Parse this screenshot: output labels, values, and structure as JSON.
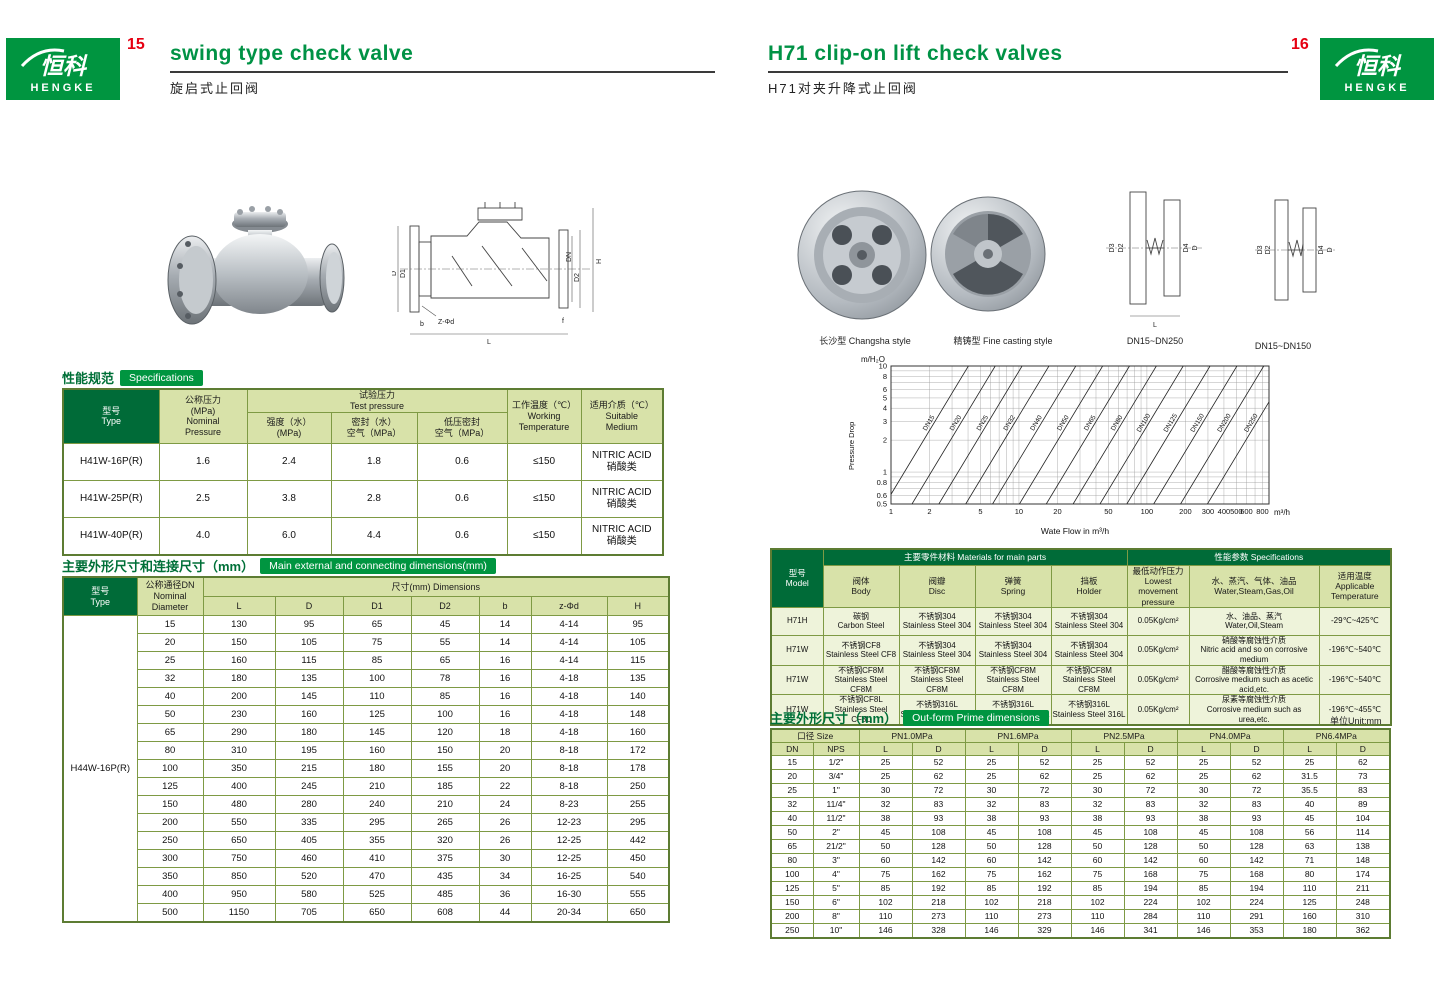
{
  "header": {
    "left_page_no": "15",
    "right_page_no": "16",
    "logo_cn": "恒科",
    "logo_en": "HENGKE",
    "left_title_en": "swing type check valve",
    "left_title_cn": "旋启式止回阀",
    "right_title_en": "H71 clip-on lift check valves",
    "right_title_cn": "H71对夹升降式止回阀"
  },
  "left": {
    "drawing_labels": {
      "H": "H",
      "DN": "DN",
      "D2": "D2",
      "D": "D",
      "D1": "D1",
      "L": "L",
      "b": "b",
      "f": "f",
      "zphid": "Z-Φd"
    },
    "spec_section": {
      "cn": "性能规范",
      "en": "Specifications"
    },
    "spec_table": {
      "h_type": "型号\nType",
      "h_nominal": "公称压力\n(MPa)\nNominal\nPressure",
      "h_test": "试验压力\nTest pressure",
      "h_strength": "强度（水）\n(MPa)",
      "h_seal": "密封（水）\n空气（MPa）",
      "h_lowseal": "低压密封\n空气（MPa）",
      "h_working": "工作温度（℃）\nWorking\nTemperature",
      "h_medium": "适用介质（℃）\nSuitable\nMedium",
      "rows": [
        [
          "H41W-16P(R)",
          "1.6",
          "2.4",
          "1.8",
          "0.6",
          "≤150",
          "NITRIC ACID\n硝酸类"
        ],
        [
          "H41W-25P(R)",
          "2.5",
          "3.8",
          "2.8",
          "0.6",
          "≤150",
          "NITRIC ACID\n硝酸类"
        ],
        [
          "H41W-40P(R)",
          "4.0",
          "6.0",
          "4.4",
          "0.6",
          "≤150",
          "NITRIC ACID\n硝酸类"
        ]
      ]
    },
    "dim_section": {
      "cn": "主要外形尺寸和连接尺寸（mm）",
      "en": "Main external and connecting dimensions(mm)"
    },
    "dim_table": {
      "h_type": "型号\nType",
      "h_dn": "公称通径DN\nNominal\nDiameter",
      "h_dims": "尺寸(mm) Dimensions",
      "cols": [
        "L",
        "D",
        "D1",
        "D2",
        "b",
        "z-Φd",
        "H"
      ],
      "model": "H44W-16P(R)",
      "rows": [
        [
          "15",
          "130",
          "95",
          "65",
          "45",
          "14",
          "4-14",
          "95"
        ],
        [
          "20",
          "150",
          "105",
          "75",
          "55",
          "14",
          "4-14",
          "105"
        ],
        [
          "25",
          "160",
          "115",
          "85",
          "65",
          "16",
          "4-14",
          "115"
        ],
        [
          "32",
          "180",
          "135",
          "100",
          "78",
          "16",
          "4-18",
          "135"
        ],
        [
          "40",
          "200",
          "145",
          "110",
          "85",
          "16",
          "4-18",
          "140"
        ],
        [
          "50",
          "230",
          "160",
          "125",
          "100",
          "16",
          "4-18",
          "148"
        ],
        [
          "65",
          "290",
          "180",
          "145",
          "120",
          "18",
          "4-18",
          "160"
        ],
        [
          "80",
          "310",
          "195",
          "160",
          "150",
          "20",
          "8-18",
          "172"
        ],
        [
          "100",
          "350",
          "215",
          "180",
          "155",
          "20",
          "8-18",
          "178"
        ],
        [
          "125",
          "400",
          "245",
          "210",
          "185",
          "22",
          "8-18",
          "250"
        ],
        [
          "150",
          "480",
          "280",
          "240",
          "210",
          "24",
          "8-23",
          "255"
        ],
        [
          "200",
          "550",
          "335",
          "295",
          "265",
          "26",
          "12-23",
          "295"
        ],
        [
          "250",
          "650",
          "405",
          "355",
          "320",
          "26",
          "12-25",
          "442"
        ],
        [
          "300",
          "750",
          "460",
          "410",
          "375",
          "30",
          "12-25",
          "450"
        ],
        [
          "350",
          "850",
          "520",
          "470",
          "435",
          "34",
          "16-25",
          "540"
        ],
        [
          "400",
          "950",
          "580",
          "525",
          "485",
          "36",
          "16-30",
          "555"
        ],
        [
          "500",
          "1150",
          "705",
          "650",
          "608",
          "44",
          "20-34",
          "650"
        ]
      ]
    }
  },
  "right": {
    "photo_caption_1": "长沙型 Changsha style",
    "photo_caption_2": "精铸型 Fine casting style",
    "drawing_caption_1": "DN15~DN250",
    "drawing_caption_2": "DN15~DN150",
    "drawing_labels": {
      "D3": "D3",
      "D2": "D2",
      "D": "D",
      "D4": "D4",
      "L": "L"
    },
    "flow_chart": {
      "type": "line",
      "y_unit": "m/H₂O",
      "y_label": "Pressure Drop",
      "x_label": "Wate Flow in m³/h",
      "x_unit": "m³/h",
      "y_ticks": [
        "10",
        "8",
        "6",
        "5",
        "4",
        "3",
        "2",
        "1",
        "0.8",
        "0.6",
        "0.5"
      ],
      "x_ticks": [
        "1",
        "2",
        "5",
        "10",
        "20",
        "50",
        "100",
        "200",
        "300",
        "400",
        "500",
        "600",
        "800"
      ],
      "lines": [
        "DN15",
        "DN20",
        "DN25",
        "DN32",
        "DN40",
        "DN50",
        "DN65",
        "DN80",
        "DN100",
        "DN125",
        "DN150",
        "DN200",
        "DN250"
      ]
    },
    "materials_table": {
      "h_model": "型号\nModel",
      "h_parts": "主要零件材料 Materials for main parts",
      "h_specs": "性能参数 Specifications",
      "h_body": "阀体\nBody",
      "h_disc": "阀瓣\nDisc",
      "h_spring": "弹簧\nSpring",
      "h_holder": "挡板\nHolder",
      "h_pressure": "最低动作压力\nLowest movement\npressure",
      "h_medium": "水、蒸汽、气体、油品\nWater,Steam,Gas,Oil",
      "h_temp": "适用温度\nApplicable\nTemperature",
      "rows": [
        [
          "H71H",
          "碳钢\nCarbon Steel",
          "不锈钢304\nStainless Steel 304",
          "不锈钢304\nStainless Steel 304",
          "不锈钢304\nStainless Steel 304",
          "0.05Kg/cm²",
          "水、油品、蒸汽\nWater,Oil,Steam",
          "-29℃~425℃"
        ],
        [
          "H71W",
          "不锈钢CF8\nStainless Steel CF8",
          "不锈钢304\nStainless Steel 304",
          "不锈钢304\nStainless Steel 304",
          "不锈钢304\nStainless Steel 304",
          "0.05Kg/cm²",
          "硝酸等腐蚀性介质\nNitric acid and so on corrosive medium",
          "-196℃~540℃"
        ],
        [
          "H71W",
          "不锈钢CF8M\nStainless Steel CF8M",
          "不锈钢CF8M\nStainless Steel CF8M",
          "不锈钢CF8M\nStainless Steel CF8M",
          "不锈钢CF8M\nStainless Steel CF8M",
          "0.05Kg/cm²",
          "醋酸等腐蚀性介质\nCorrosive medium such as acetic acid,etc.",
          "-196℃~540℃"
        ],
        [
          "H71W",
          "不锈钢CF8L\nStainless Steel CF8L",
          "不锈钢316L\nStainless Steel 316L",
          "不锈钢316L\nStainless Steel 316L",
          "不锈钢316L\nStainless Steel 316L",
          "0.05Kg/cm²",
          "尿素等腐蚀性介质\nCorrosive medium such as urea,etc.",
          "-196℃~455℃"
        ]
      ]
    },
    "outform_section": {
      "cn": "主要外形尺寸（mm）",
      "en": "Out-form Prime dimensions",
      "unit": "单位Unit:mm"
    },
    "outform_table": {
      "h_size": "口径 Size",
      "h_dn": "DN",
      "h_nps": "NPS",
      "h_l": "L",
      "h_d": "D",
      "pn_cols": [
        "PN1.0MPa",
        "PN1.6MPa",
        "PN2.5MPa",
        "PN4.0MPa",
        "PN6.4MPa"
      ],
      "rows": [
        [
          "15",
          "1/2\"",
          "25",
          "52",
          "25",
          "52",
          "25",
          "52",
          "25",
          "52",
          "25",
          "62"
        ],
        [
          "20",
          "3/4\"",
          "25",
          "62",
          "25",
          "62",
          "25",
          "62",
          "25",
          "62",
          "31.5",
          "73"
        ],
        [
          "25",
          "1\"",
          "30",
          "72",
          "30",
          "72",
          "30",
          "72",
          "30",
          "72",
          "35.5",
          "83"
        ],
        [
          "32",
          "11/4\"",
          "32",
          "83",
          "32",
          "83",
          "32",
          "83",
          "32",
          "83",
          "40",
          "89"
        ],
        [
          "40",
          "11/2\"",
          "38",
          "93",
          "38",
          "93",
          "38",
          "93",
          "38",
          "93",
          "45",
          "104"
        ],
        [
          "50",
          "2\"",
          "45",
          "108",
          "45",
          "108",
          "45",
          "108",
          "45",
          "108",
          "56",
          "114"
        ],
        [
          "65",
          "21/2\"",
          "50",
          "128",
          "50",
          "128",
          "50",
          "128",
          "50",
          "128",
          "63",
          "138"
        ],
        [
          "80",
          "3\"",
          "60",
          "142",
          "60",
          "142",
          "60",
          "142",
          "60",
          "142",
          "71",
          "148"
        ],
        [
          "100",
          "4\"",
          "75",
          "162",
          "75",
          "162",
          "75",
          "168",
          "75",
          "168",
          "80",
          "174"
        ],
        [
          "125",
          "5\"",
          "85",
          "192",
          "85",
          "192",
          "85",
          "194",
          "85",
          "194",
          "110",
          "211"
        ],
        [
          "150",
          "6\"",
          "102",
          "218",
          "102",
          "218",
          "102",
          "224",
          "102",
          "224",
          "125",
          "248"
        ],
        [
          "200",
          "8\"",
          "110",
          "273",
          "110",
          "273",
          "110",
          "284",
          "110",
          "291",
          "160",
          "310"
        ],
        [
          "250",
          "10\"",
          "146",
          "328",
          "146",
          "329",
          "146",
          "341",
          "146",
          "353",
          "180",
          "362"
        ]
      ]
    }
  }
}
